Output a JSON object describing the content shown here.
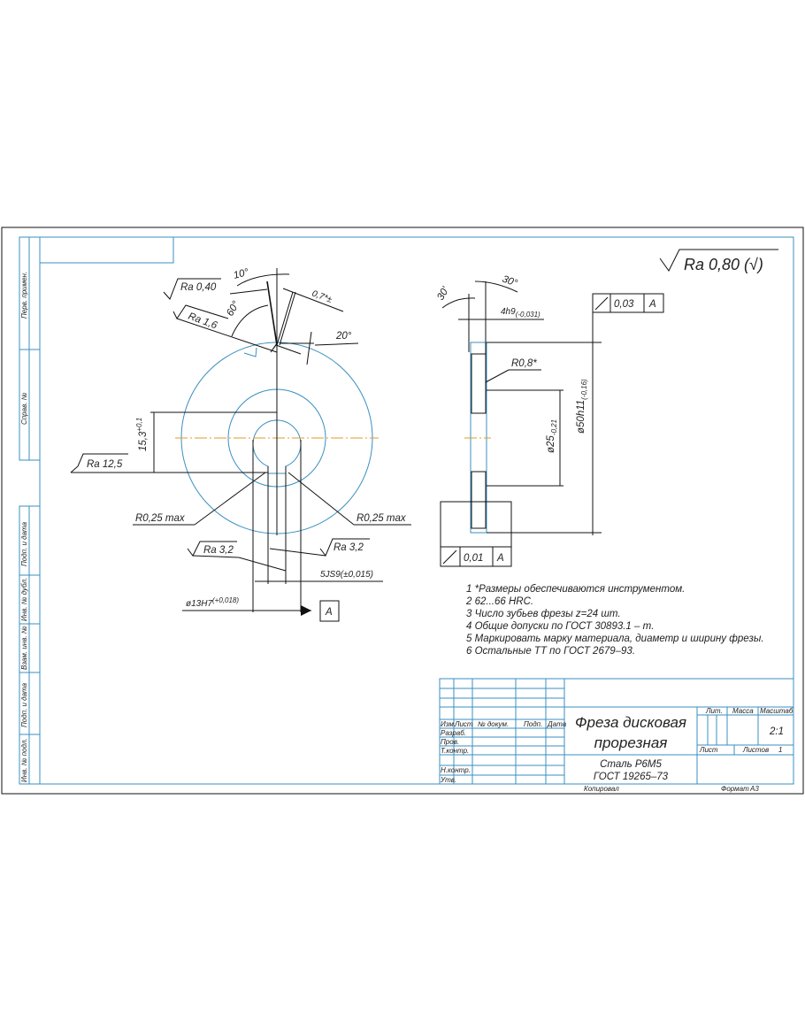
{
  "colors": {
    "frame": "#3a8fc0",
    "centerline": "#e59a2a",
    "ink": "#111111"
  },
  "side_stamp": [
    "Перв. примен.",
    "Справ. №",
    "Подп. и дата",
    "Инв. № дубл.",
    "Взам. инв. №",
    "Подп. и дата",
    "Инв. № подл."
  ],
  "general_roughness": "Ra 0,80 (√)",
  "main_view": {
    "ra_040": "Ra 0,40",
    "angle_10": "10°",
    "ra_16": "Ra 1,6",
    "angle_60": "60°",
    "dim_07": "0,7*±",
    "angle_20": "20°",
    "dim_153": "15,3",
    "dim_153_tol": "+0,1",
    "ra_125": "Ra 12,5",
    "r025_left": "R0,25 max",
    "r025_right": "R0,25 max",
    "ra_32_left": "Ra 3,2",
    "ra_32_right": "Ra 3,2",
    "keyway": "5JS9(±0,015)",
    "bore": "ø13H7",
    "bore_tol": "(+0,018)",
    "datum": "A"
  },
  "section_view": {
    "angle_30_right": "30°",
    "angle_30_left": "30'",
    "width": "4h9",
    "width_tol": "(-0,031)",
    "runout_top": {
      "value": "0,03",
      "datum": "A"
    },
    "radius": "R0,8*",
    "dia_25": "ø25",
    "dia_25_tol": "-0,21",
    "dia_50": "ø50h11",
    "dia_50_tol": "(-0,16)",
    "runout_bottom": {
      "value": "0,01",
      "datum": "A"
    }
  },
  "notes": [
    "1  *Размеры обеспечиваются инструментом.",
    "2  62...66 HRC.",
    "3  Число зубьев фрезы z=24 шт.",
    "4  Общие допуски по ГОСТ 30893.1 – m.",
    "5  Маркировать марку материала, диаметр и ширину фрезы.",
    "6  Остальные ТТ по ГОСТ 2679–93."
  ],
  "title_block": {
    "headers": [
      "Изм.",
      "Лист",
      "№ докум.",
      "Подп.",
      "Дата"
    ],
    "roles": [
      "Разраб.",
      "Пров.",
      "Т.контр.",
      "Н.контр.",
      "Утв."
    ],
    "title_line1": "Фреза дисковая",
    "title_line2": "прорезная",
    "material_line1": "Сталь Р6М5",
    "material_line2": "ГОСТ 19265–73",
    "lit": "Лит.",
    "mass": "Масса",
    "scale_label": "Масштаб",
    "scale": "2:1",
    "sheet": "Лист",
    "sheets": "Листов",
    "sheets_count": "1",
    "copied": "Копировал",
    "format": "Формат",
    "format_value": "А3"
  }
}
